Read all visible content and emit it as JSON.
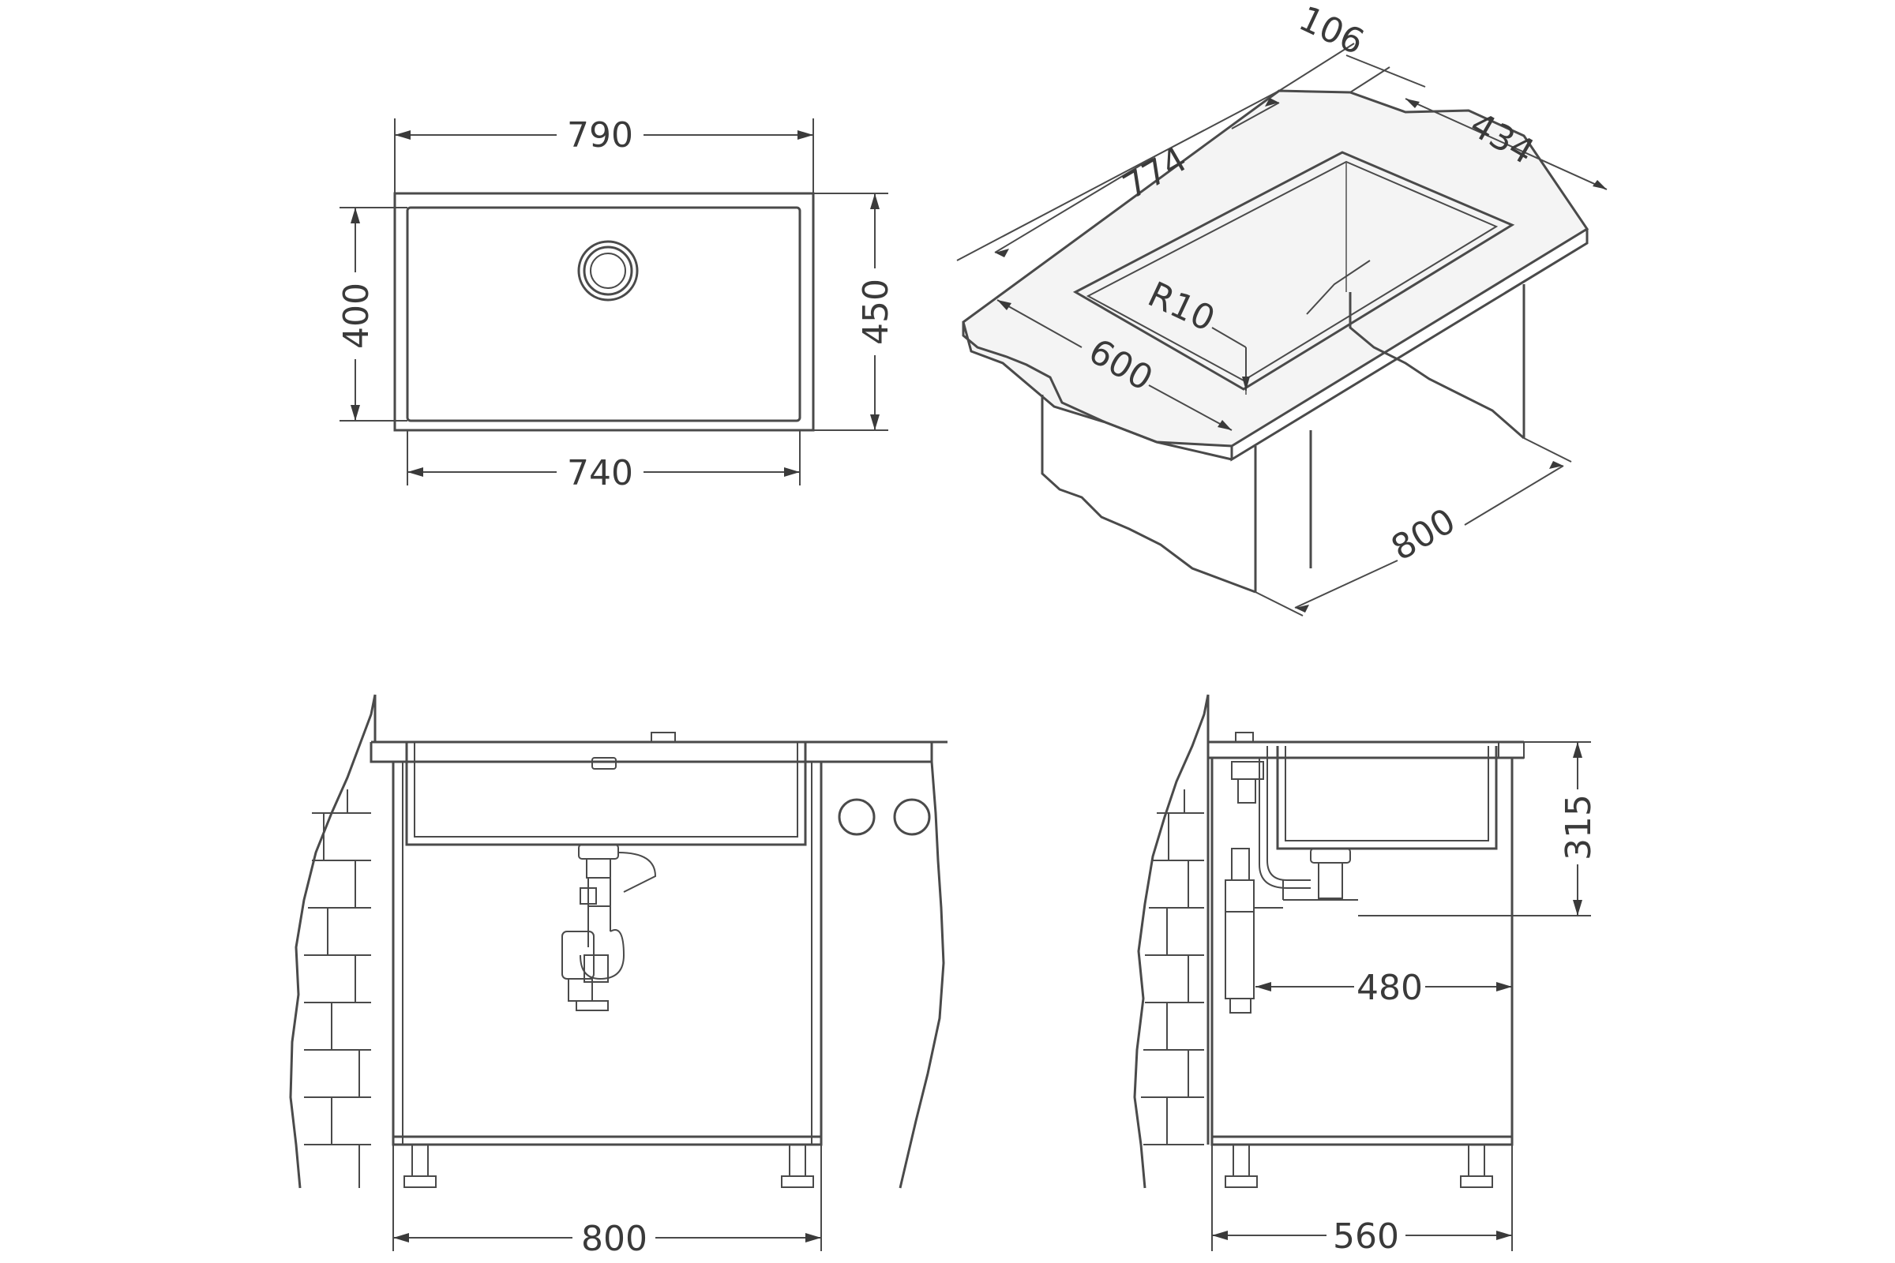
{
  "dimensions": {
    "top_width_outer": "790",
    "top_width_inner": "740",
    "top_height_inner": "400",
    "top_height_outer": "450",
    "iso_length": "774",
    "iso_top": "106",
    "iso_depth": "434",
    "iso_radius": "R10",
    "iso_front": "600",
    "iso_cabinet": "800",
    "front_width": "800",
    "side_width": "560",
    "side_height": "315",
    "side_drain": "480"
  }
}
